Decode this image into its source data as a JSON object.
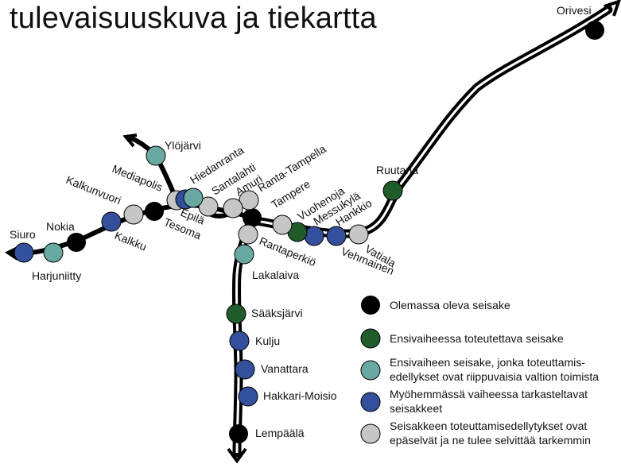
{
  "title": "tulevaisuuskuva ja tiekartta",
  "colors": {
    "existing": "#000000",
    "first_phase": "#1f5c2a",
    "conditional": "#6aa9a3",
    "later": "#34509c",
    "unclear": "#c6c6c6",
    "track": "#000000"
  },
  "stations": {
    "orivesi": "Orivesi",
    "ruutana": "Ruutana",
    "vatiala": "Vatiala",
    "vehmainen": "Vehmainen",
    "hankkio": "Hankkio",
    "messukyla": "Messukylä",
    "vuohenoja": "Vuohenoja",
    "tampere": "Tampere",
    "ranta_tampella": "Ranta-Tampella",
    "amuri": "Amuri",
    "santalahti": "Santalahti",
    "hiedanranta": "Hiedanranta",
    "ylojarvi": "Ylöjärvi",
    "mediapolis": "Mediapolis",
    "epila": "Epilä",
    "tesoma": "Tesoma",
    "kalkunvuori": "Kalkunvuori",
    "kalkku": "Kalkku",
    "nokia": "Nokia",
    "siuro": "Siuro",
    "harjuniitty": "Harjuniitty",
    "rantaperkio": "Rantaperkiö",
    "lakalaiva": "Lakalaiva",
    "saaksjarvi": "Sääksjärvi",
    "kulju": "Kulju",
    "vanattara": "Vanattara",
    "hakkari_moisio": "Hakkari-Moisio",
    "lempaala": "Lempäälä"
  },
  "legend": {
    "existing": "Olemassa oleva seisake",
    "first_phase": "Ensivaiheessa toteutettava seisake",
    "conditional_1": "Ensivaiheen seisake, jonka toteuttamis-",
    "conditional_2": "edellykset ovat riippuvaisia valtion toimista",
    "later_1": "Myöhemmässä vaiheessa tarkasteltavat",
    "later_2": "seisakkeet",
    "unclear_1": "Seisakkeen toteuttamisedellytykset ovat",
    "unclear_2": "epäselvät ja ne tulee selvittää tarkemmin"
  }
}
